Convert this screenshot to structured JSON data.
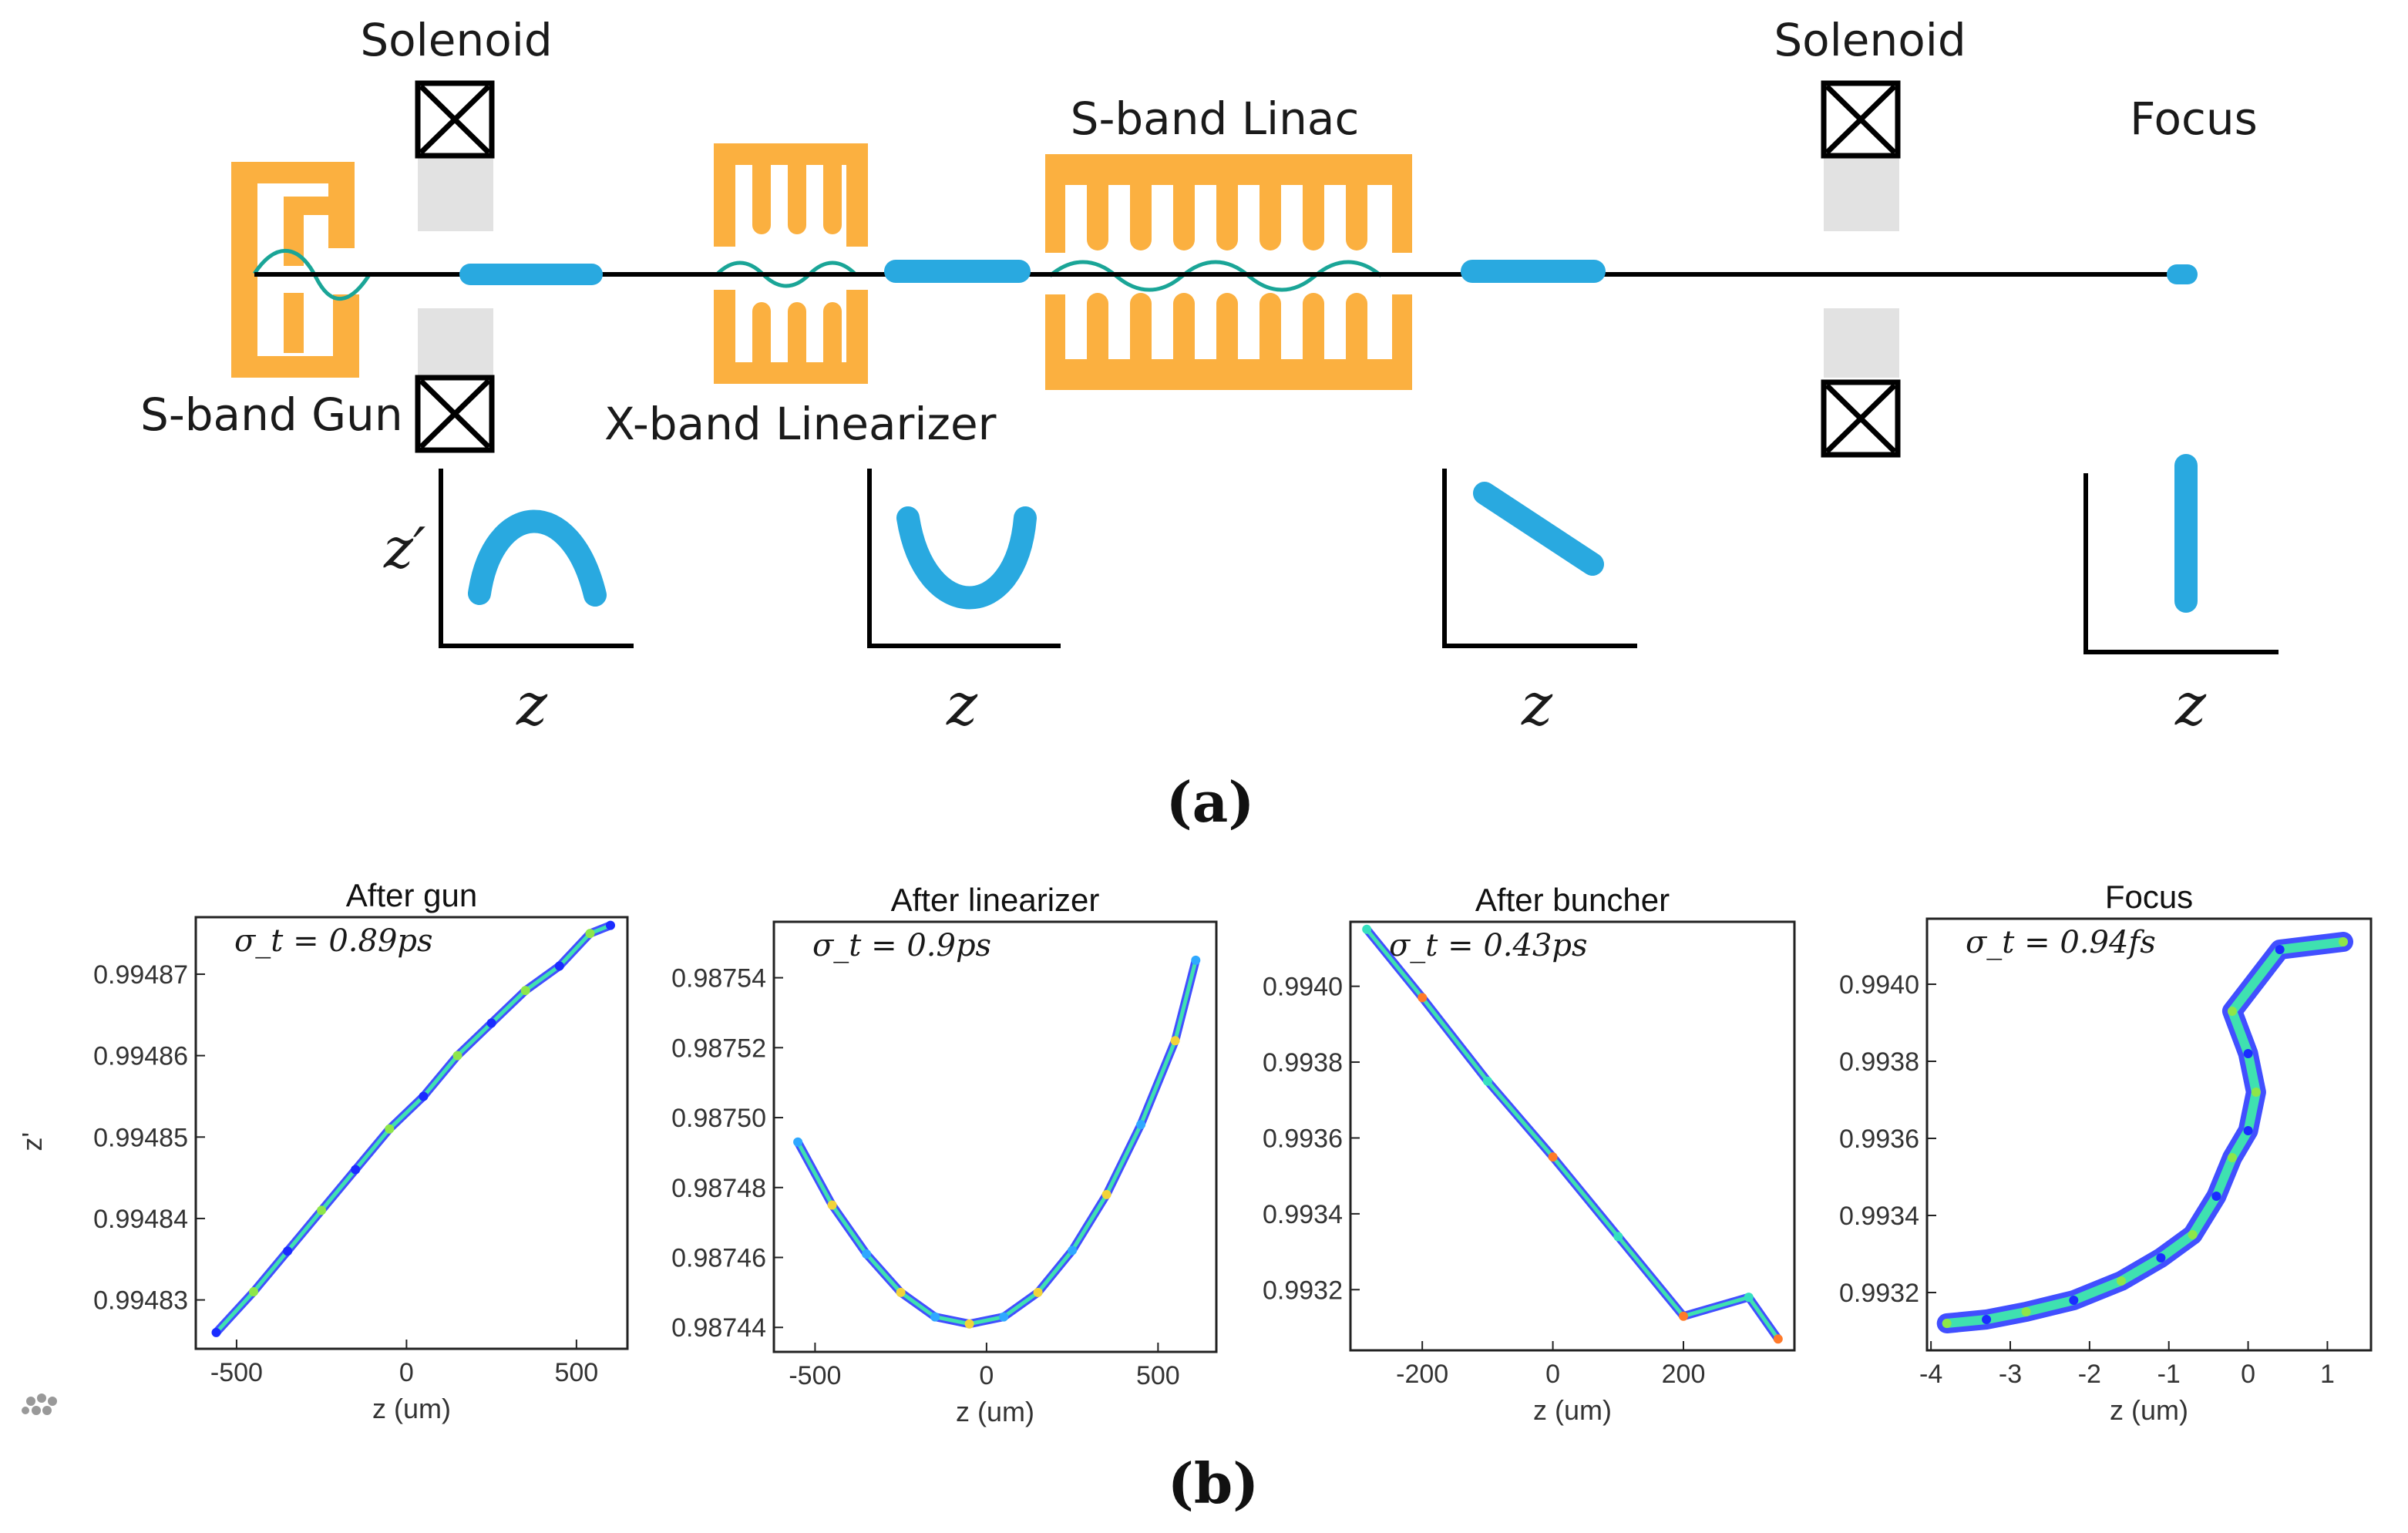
{
  "diagram": {
    "labels": {
      "solenoid_left": "Solenoid",
      "solenoid_right": "Solenoid",
      "sband_linac": "S-band Linac",
      "focus": "Focus",
      "sband_gun": "S-band Gun",
      "xband_linearizer": "X-band Linearizer"
    },
    "phase_sketch": {
      "y_label": "z′",
      "x_label": "z"
    },
    "panel_a": "(a)",
    "panel_b": "(b)",
    "colors": {
      "cavity": "#FBB040",
      "beam": "#29A9E0",
      "rf_wave": "#1AA597",
      "solenoid_shadow": "#E2E2E2",
      "line": "#000000"
    }
  },
  "chart_data": [
    {
      "type": "scatter",
      "title": "After gun",
      "annotation": "σ_t = 0.89ps",
      "xlabel": "z (um)",
      "ylabel": "z'",
      "xlim": [
        -620,
        650
      ],
      "ylim": [
        0.994824,
        0.994877
      ],
      "xticks": [
        -500,
        0,
        500
      ],
      "yticks": [
        0.99483,
        0.99484,
        0.99485,
        0.99486,
        0.99487
      ],
      "ytick_labels": [
        "0.99483",
        "0.99484",
        "0.99485",
        "0.99486",
        "0.99487"
      ],
      "x": [
        -560,
        -450,
        -350,
        -250,
        -150,
        -50,
        50,
        150,
        250,
        350,
        450,
        540,
        600
      ],
      "y": [
        0.994826,
        0.994831,
        0.994836,
        0.994841,
        0.994846,
        0.994851,
        0.994855,
        0.99486,
        0.994864,
        0.994868,
        0.994871,
        0.994875,
        0.994876
      ]
    },
    {
      "type": "scatter",
      "title": "After linearizer",
      "annotation": "σ_t = 0.9ps",
      "xlabel": "z (um)",
      "ylabel": "",
      "xlim": [
        -620,
        670
      ],
      "ylim": [
        0.987433,
        0.987556
      ],
      "xticks": [
        -500,
        0,
        500
      ],
      "yticks": [
        0.98744,
        0.98746,
        0.98748,
        0.9875,
        0.98752,
        0.98754
      ],
      "ytick_labels": [
        "0.98744",
        "0.98746",
        "0.98748",
        "0.98750",
        "0.98752",
        "0.98754"
      ],
      "x": [
        -550,
        -450,
        -350,
        -250,
        -150,
        -50,
        50,
        150,
        250,
        350,
        450,
        550,
        610
      ],
      "y": [
        0.987493,
        0.987475,
        0.987461,
        0.98745,
        0.987443,
        0.987441,
        0.987443,
        0.98745,
        0.987462,
        0.987478,
        0.987498,
        0.987522,
        0.987545
      ]
    },
    {
      "type": "scatter",
      "title": "After buncher",
      "annotation": "σ_t = 0.43ps",
      "xlabel": "z (um)",
      "ylabel": "",
      "xlim": [
        -310,
        370
      ],
      "ylim": [
        0.99304,
        0.99417
      ],
      "xticks": [
        -200,
        0,
        200
      ],
      "yticks": [
        0.9932,
        0.9934,
        0.9936,
        0.9938,
        0.994
      ],
      "ytick_labels": [
        "0.9932",
        "0.9934",
        "0.9936",
        "0.9938",
        "0.9940"
      ],
      "x": [
        -285,
        -200,
        -100,
        0,
        100,
        200,
        300,
        345
      ],
      "y": [
        0.99415,
        0.99397,
        0.99375,
        0.99355,
        0.99334,
        0.99313,
        0.99318,
        0.99307
      ]
    },
    {
      "type": "scatter",
      "title": "Focus",
      "annotation": "σ_t = 0.94fs",
      "xlabel": "z (um)",
      "ylabel": "",
      "xlim": [
        -4.05,
        1.55
      ],
      "ylim": [
        0.99305,
        0.99417
      ],
      "xticks": [
        -4,
        -3,
        -2,
        -1,
        0,
        1
      ],
      "yticks": [
        0.9932,
        0.9934,
        0.9936,
        0.9938,
        0.994
      ],
      "ytick_labels": [
        "0.9932",
        "0.9934",
        "0.9936",
        "0.9938",
        "0.9940"
      ],
      "x": [
        -3.8,
        -3.3,
        -2.8,
        -2.2,
        -1.6,
        -1.1,
        -0.7,
        -0.4,
        -0.2,
        0.0,
        0.1,
        0.0,
        -0.2,
        0.4,
        1.2
      ],
      "y": [
        0.99312,
        0.99313,
        0.99315,
        0.99318,
        0.99323,
        0.99329,
        0.99335,
        0.99345,
        0.99355,
        0.99362,
        0.99372,
        0.99382,
        0.99393,
        0.99409,
        0.99411
      ]
    }
  ]
}
